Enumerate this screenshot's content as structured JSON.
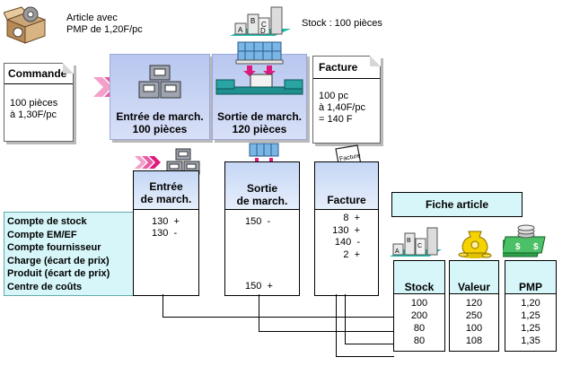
{
  "header": {
    "article_note": [
      "Article avec",
      "PMP de 1,20F/pc"
    ],
    "stock_label": "Stock : 100 pièces"
  },
  "commande": {
    "title": "Commande",
    "body": [
      "100 pièces",
      "à 1,30F/pc"
    ]
  },
  "entree_top": {
    "label": [
      "Entrée de march.",
      "100 pièces"
    ]
  },
  "sortie_top": {
    "label": [
      "Sortie de march.",
      "120 pièces"
    ]
  },
  "facture_top": {
    "title": "Facture",
    "body": [
      "100 pc",
      "à 1,40F/pc",
      "= 140 F"
    ]
  },
  "accounts": [
    "Compte de stock",
    "Compte EM/EF",
    "Compte fournisseur",
    "Charge (écart de prix)",
    "Produit (écart de prix)",
    "Centre de coûts"
  ],
  "entree_col": {
    "header": [
      "Entrée",
      "de march."
    ],
    "entries": [
      "130  +",
      "130  -"
    ]
  },
  "sortie_col": {
    "header": [
      "Sortie",
      "de march."
    ],
    "entries": [
      "150  -",
      "150  +"
    ]
  },
  "facture_col": {
    "header": "Facture",
    "doc_icon_text": "Facture",
    "entries": [
      "8  +",
      "130  +",
      "140  -",
      "2  +"
    ]
  },
  "fiche_article": {
    "title": "Fiche article",
    "columns": [
      {
        "header": "Stock",
        "values": [
          "100",
          "200",
          "80",
          "80"
        ]
      },
      {
        "header": "Valeur",
        "values": [
          "120",
          "250",
          "100",
          "108"
        ]
      },
      {
        "header": "PMP",
        "values": [
          "1,20",
          "1,25",
          "1,25",
          "1,35"
        ]
      }
    ]
  },
  "colors": {
    "arrow_magenta": "#e0197e",
    "box_blue": "#c6d3f3",
    "cyan": "#d6f6f9",
    "icon_teal": "#1f8f8f"
  }
}
